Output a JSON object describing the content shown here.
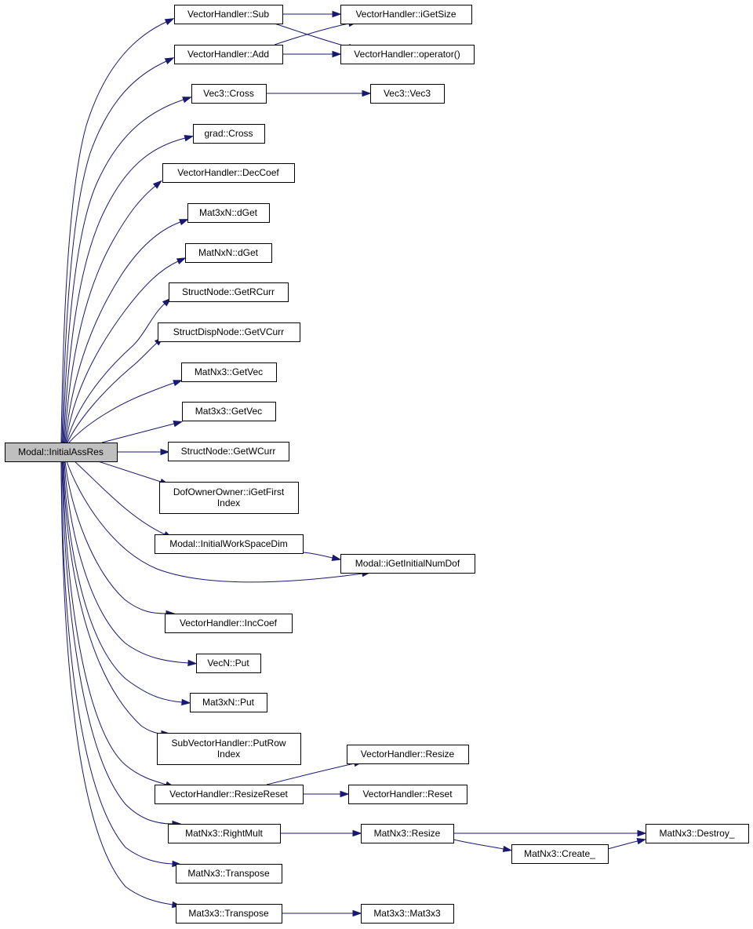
{
  "graph": {
    "root": "root",
    "edge_color": "#191970",
    "root_fill": "#bfbfbf",
    "nodes": [
      {
        "id": "root",
        "lines": [
          "Modal::InitialAssRes"
        ]
      },
      {
        "id": "vh_sub",
        "lines": [
          "VectorHandler::Sub"
        ]
      },
      {
        "id": "vh_add",
        "lines": [
          "VectorHandler::Add"
        ]
      },
      {
        "id": "vec3_cross",
        "lines": [
          "Vec3::Cross"
        ]
      },
      {
        "id": "grad_cross",
        "lines": [
          "grad::Cross"
        ]
      },
      {
        "id": "vh_deccoef",
        "lines": [
          "VectorHandler::DecCoef"
        ]
      },
      {
        "id": "mat3xn_dget",
        "lines": [
          "Mat3xN::dGet"
        ]
      },
      {
        "id": "matnxn_dget",
        "lines": [
          "MatNxN::dGet"
        ]
      },
      {
        "id": "sn_getrcurr",
        "lines": [
          "StructNode::GetRCurr"
        ]
      },
      {
        "id": "sdn_getvcurr",
        "lines": [
          "StructDispNode::GetVCurr"
        ]
      },
      {
        "id": "matnx3_getvec",
        "lines": [
          "MatNx3::GetVec"
        ]
      },
      {
        "id": "mat3x3_getvec",
        "lines": [
          "Mat3x3::GetVec"
        ]
      },
      {
        "id": "sn_getwcurr",
        "lines": [
          "StructNode::GetWCurr"
        ]
      },
      {
        "id": "doo_igetfirst",
        "lines": [
          "DofOwnerOwner::iGetFirst",
          "Index"
        ]
      },
      {
        "id": "modal_iwsd",
        "lines": [
          "Modal::InitialWorkSpaceDim"
        ]
      },
      {
        "id": "vh_inccoef",
        "lines": [
          "VectorHandler::IncCoef"
        ]
      },
      {
        "id": "vecn_put",
        "lines": [
          "VecN::Put"
        ]
      },
      {
        "id": "mat3xn_put",
        "lines": [
          "Mat3xN::Put"
        ]
      },
      {
        "id": "svh_putrow",
        "lines": [
          "SubVectorHandler::PutRow",
          "Index"
        ]
      },
      {
        "id": "vh_resizereset",
        "lines": [
          "VectorHandler::ResizeReset"
        ]
      },
      {
        "id": "matnx3_rightmult",
        "lines": [
          "MatNx3::RightMult"
        ]
      },
      {
        "id": "matnx3_transpose",
        "lines": [
          "MatNx3::Transpose"
        ]
      },
      {
        "id": "mat3x3_transpose",
        "lines": [
          "Mat3x3::Transpose"
        ]
      },
      {
        "id": "vh_igetsize",
        "lines": [
          "VectorHandler::iGetSize"
        ]
      },
      {
        "id": "vh_operator",
        "lines": [
          "VectorHandler::operator()"
        ]
      },
      {
        "id": "vec3_vec3",
        "lines": [
          "Vec3::Vec3"
        ]
      },
      {
        "id": "modal_igetinitialnumdof",
        "lines": [
          "Modal::iGetInitialNumDof"
        ]
      },
      {
        "id": "vh_resize",
        "lines": [
          "VectorHandler::Resize"
        ]
      },
      {
        "id": "vh_reset",
        "lines": [
          "VectorHandler::Reset"
        ]
      },
      {
        "id": "matnx3_resize",
        "lines": [
          "MatNx3::Resize"
        ]
      },
      {
        "id": "mat3x3_mat3x3",
        "lines": [
          "Mat3x3::Mat3x3"
        ]
      },
      {
        "id": "matnx3_create",
        "lines": [
          "MatNx3::Create_"
        ]
      },
      {
        "id": "matnx3_destroy",
        "lines": [
          "MatNx3::Destroy_"
        ]
      }
    ],
    "edges": [
      {
        "from": "root",
        "to": "vh_sub"
      },
      {
        "from": "root",
        "to": "vh_add"
      },
      {
        "from": "root",
        "to": "vec3_cross"
      },
      {
        "from": "root",
        "to": "grad_cross"
      },
      {
        "from": "root",
        "to": "vh_deccoef"
      },
      {
        "from": "root",
        "to": "mat3xn_dget"
      },
      {
        "from": "root",
        "to": "matnxn_dget"
      },
      {
        "from": "root",
        "to": "sn_getrcurr"
      },
      {
        "from": "root",
        "to": "sdn_getvcurr"
      },
      {
        "from": "root",
        "to": "matnx3_getvec"
      },
      {
        "from": "root",
        "to": "mat3x3_getvec"
      },
      {
        "from": "root",
        "to": "sn_getwcurr"
      },
      {
        "from": "root",
        "to": "doo_igetfirst"
      },
      {
        "from": "root",
        "to": "modal_iwsd"
      },
      {
        "from": "root",
        "to": "modal_igetinitialnumdof"
      },
      {
        "from": "root",
        "to": "vh_inccoef"
      },
      {
        "from": "root",
        "to": "vecn_put"
      },
      {
        "from": "root",
        "to": "mat3xn_put"
      },
      {
        "from": "root",
        "to": "svh_putrow"
      },
      {
        "from": "root",
        "to": "vh_resizereset"
      },
      {
        "from": "root",
        "to": "matnx3_rightmult"
      },
      {
        "from": "root",
        "to": "matnx3_transpose"
      },
      {
        "from": "root",
        "to": "mat3x3_transpose"
      },
      {
        "from": "vh_sub",
        "to": "vh_igetsize"
      },
      {
        "from": "vh_sub",
        "to": "vh_operator"
      },
      {
        "from": "vh_add",
        "to": "vh_igetsize"
      },
      {
        "from": "vh_add",
        "to": "vh_operator"
      },
      {
        "from": "vec3_cross",
        "to": "vec3_vec3"
      },
      {
        "from": "modal_iwsd",
        "to": "modal_igetinitialnumdof"
      },
      {
        "from": "vh_resizereset",
        "to": "vh_resize"
      },
      {
        "from": "vh_resizereset",
        "to": "vh_reset"
      },
      {
        "from": "matnx3_rightmult",
        "to": "matnx3_resize"
      },
      {
        "from": "matnx3_resize",
        "to": "matnx3_destroy"
      },
      {
        "from": "matnx3_resize",
        "to": "matnx3_create"
      },
      {
        "from": "matnx3_create",
        "to": "matnx3_destroy"
      },
      {
        "from": "mat3x3_transpose",
        "to": "mat3x3_mat3x3"
      }
    ]
  }
}
